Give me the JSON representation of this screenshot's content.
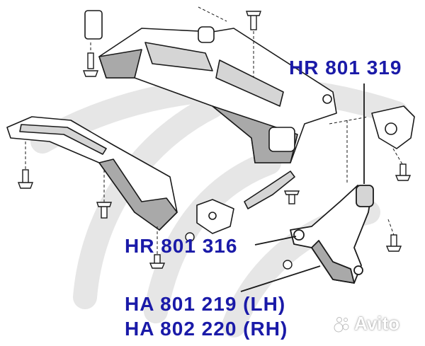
{
  "labels": {
    "part_hr_801_319": "HR 801 319",
    "part_hr_801_316": "HR 801 316",
    "part_ha_801_219": "HA 801 219 (LH)",
    "part_ha_802_220": "HA 802 220 (RH)"
  },
  "watermark": {
    "brand": "Avito"
  },
  "colors": {
    "label": "#1a1aa8",
    "line": "#1a1aa8",
    "drawing": "#1a1a1a",
    "shading": "#a9a9a9",
    "watermark": "#d9d9d9"
  }
}
